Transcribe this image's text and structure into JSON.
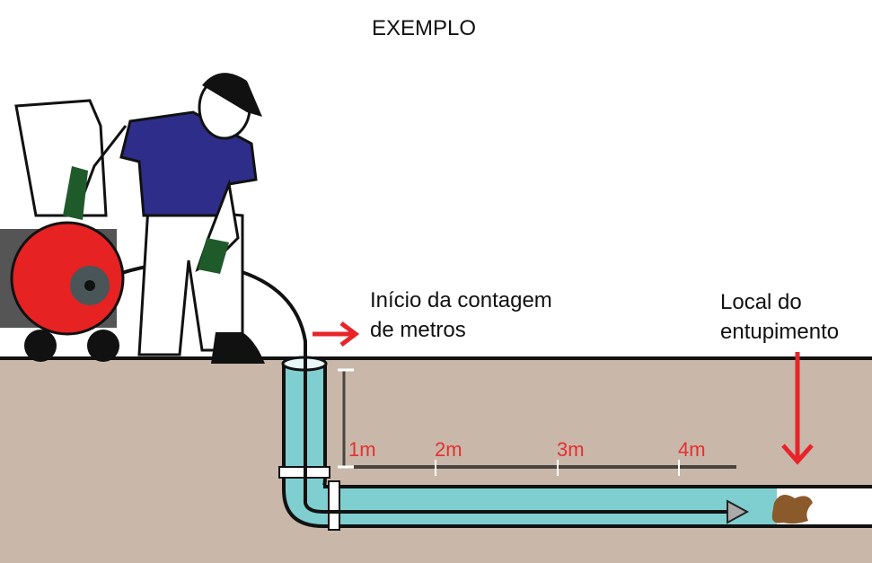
{
  "title": "EXEMPLO",
  "start_label": {
    "line1": "Início da contagem",
    "line2": "de metros"
  },
  "clog_label": {
    "line1": "Local do",
    "line2": "entupimento"
  },
  "scale_marks": [
    "1m",
    "2m",
    "3m",
    "4m"
  ],
  "colors": {
    "ground": "#c9b8aa",
    "pipe": "#7fcfd0",
    "arrow": "#e8242a",
    "machine": "#e62222",
    "shirt": "#2e2e8a",
    "clog": "#8a5a2a"
  }
}
